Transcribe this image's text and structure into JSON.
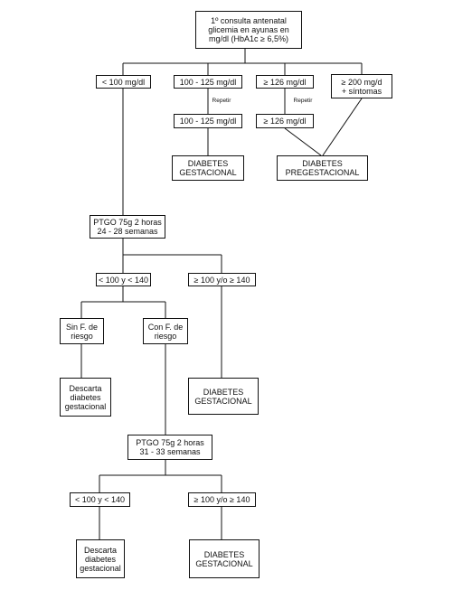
{
  "nodes": {
    "inicio": "1º consulta antenatal\nglicemia en ayunas en\nmg/dl (HbA1c ≥ 6,5%)",
    "menor_100": "< 100 mg/dl",
    "rango_100_125": "100 - 125 mg/dl",
    "mayor_126": "≥ 126 mg/dl",
    "mayor_200": "≥ 200 mg/d\n+ síntomas",
    "repetir_100_125": "100 - 125 mg/dl",
    "repetir_126": "≥ 126 mg/dl",
    "diabetes_gestacional_1": "DIABETES\nGESTACIONAL",
    "diabetes_pregestacional": "DIABETES\nPREGESTACIONAL",
    "ptgo_24_28": "PTGO 75g 2 horas\n24 - 28 semanas",
    "menor_100_140_a": "< 100 y < 140",
    "mayor_100_140_a": "≥ 100 y/o ≥ 140",
    "sin_factor_riesgo": "Sin F. de\nriesgo",
    "con_factor_riesgo": "Con F. de\nriesgo",
    "descarta_1": "Descarta\ndiabetes\ngestacional",
    "diabetes_gestacional_2": "DIABETES\nGESTACIONAL",
    "ptgo_31_33": "PTGO 75g 2 horas\n31 - 33 semanas",
    "menor_100_140_b": "< 100 y < 140",
    "mayor_100_140_b": "≥ 100 y/o ≥ 140",
    "descarta_2": "Descarta\ndiabetes\ngestacional",
    "diabetes_gestacional_3": "DIABETES\nGESTACIONAL"
  },
  "notes": {
    "repetir_1": "Repetir",
    "repetir_2": "Repetir"
  }
}
